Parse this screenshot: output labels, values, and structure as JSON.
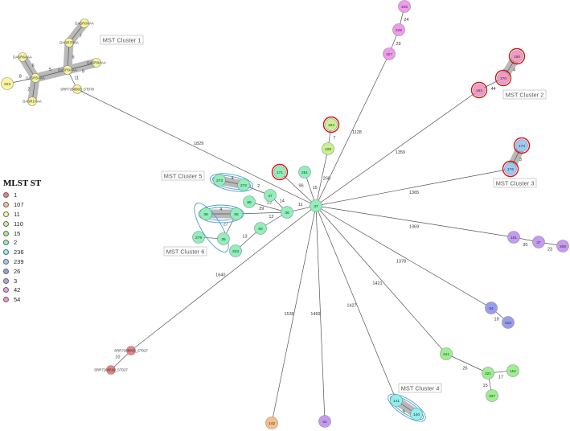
{
  "legend": {
    "title": "MLST ST",
    "items": [
      {
        "label": "1",
        "color": "#f08080"
      },
      {
        "label": "107",
        "color": "#f5c08a"
      },
      {
        "label": "11",
        "color": "#f9f59b"
      },
      {
        "label": "110",
        "color": "#c9f28f"
      },
      {
        "label": "15",
        "color": "#9cf090"
      },
      {
        "label": "2",
        "color": "#8ff0b9"
      },
      {
        "label": "236",
        "color": "#8ff0ec"
      },
      {
        "label": "239",
        "color": "#9ec9f5"
      },
      {
        "label": "26",
        "color": "#9a9cf2"
      },
      {
        "label": "3",
        "color": "#c59af2"
      },
      {
        "label": "42",
        "color": "#f09aee"
      },
      {
        "label": "54",
        "color": "#f29ac5"
      }
    ]
  },
  "clusters": [
    {
      "label": "MST Cluster 1"
    },
    {
      "label": "MST Cluster 2"
    },
    {
      "label": "MST Cluster 3"
    },
    {
      "label": "MST Cluster 4"
    },
    {
      "label": "MST Cluster 5"
    },
    {
      "label": "MST Cluster 6"
    }
  ],
  "nodes": [
    {
      "id": "hub",
      "label": "37",
      "color": "#8ff0b9"
    },
    {
      "id": "n345",
      "label": "345",
      "color": "#f09aee"
    },
    {
      "id": "n229",
      "label": "229",
      "color": "#f09aee"
    },
    {
      "id": "n157",
      "label": "157",
      "color": "#f09aee"
    },
    {
      "id": "n180",
      "label": "180",
      "color": "#f29ac5"
    },
    {
      "id": "n170",
      "label": "170",
      "color": "#f29ac5"
    },
    {
      "id": "n163",
      "label": "163",
      "color": "#f29ac5"
    },
    {
      "id": "n173",
      "label": "173",
      "color": "#9ec9f5"
    },
    {
      "id": "n176",
      "label": "176",
      "color": "#9ec9f5"
    },
    {
      "id": "n164",
      "label": "164",
      "color": "#c9f28f"
    },
    {
      "id": "n108",
      "label": "108",
      "color": "#c9f28f"
    },
    {
      "id": "n171",
      "label": "171",
      "color": "#8ff0b9"
    },
    {
      "id": "n251",
      "label": "251",
      "color": "#8ff0b9"
    },
    {
      "id": "n273",
      "label": "273",
      "color": "#8ff0b9"
    },
    {
      "id": "n272",
      "label": "272",
      "color": "#8ff0b9"
    },
    {
      "id": "n86",
      "label": "86",
      "color": "#8ff0b9"
    },
    {
      "id": "n47",
      "label": "47",
      "color": "#8ff0b9"
    },
    {
      "id": "n38",
      "label": "38",
      "color": "#8ff0b9"
    },
    {
      "id": "n39",
      "label": "39",
      "color": "#8ff0b9"
    },
    {
      "id": "n55",
      "label": "55",
      "color": "#8ff0b9"
    },
    {
      "id": "n60",
      "label": "60",
      "color": "#8ff0b9"
    },
    {
      "id": "n279",
      "label": "279",
      "color": "#8ff0b9"
    },
    {
      "id": "n35",
      "label": "35",
      "color": "#8ff0b9"
    },
    {
      "id": "n333",
      "label": "333",
      "color": "#8ff0b9"
    },
    {
      "id": "n161",
      "label": "161",
      "color": "#c59af2"
    },
    {
      "id": "n37b",
      "label": "37",
      "color": "#c59af2"
    },
    {
      "id": "n308",
      "label": "308",
      "color": "#c59af2"
    },
    {
      "id": "n54",
      "label": "54",
      "color": "#9a9cf2"
    },
    {
      "id": "n316",
      "label": "316",
      "color": "#9a9cf2"
    },
    {
      "id": "n241",
      "label": "241",
      "color": "#9cf090"
    },
    {
      "id": "n321",
      "label": "321",
      "color": "#9cf090"
    },
    {
      "id": "n112",
      "label": "112",
      "color": "#9cf090"
    },
    {
      "id": "n337",
      "label": "337",
      "color": "#9cf090"
    },
    {
      "id": "n141",
      "label": "141",
      "color": "#8ff0ec"
    },
    {
      "id": "n140",
      "label": "140",
      "color": "#8ff0ec"
    },
    {
      "id": "n62",
      "label": "62",
      "color": "#c59af2"
    },
    {
      "id": "n142",
      "label": "142",
      "color": "#f5c08a"
    },
    {
      "id": "r1",
      "label": "SRR7208900_ST027",
      "color": "#f08080"
    },
    {
      "id": "r2",
      "label": "SRR7208899_ST027",
      "color": "#f08080"
    },
    {
      "id": "c1a",
      "label": "DASR0AAA",
      "color": "#f9f59b"
    },
    {
      "id": "c1b",
      "label": "DASR7BAA",
      "color": "#f9f59b"
    },
    {
      "id": "c1c",
      "label": "DASR9AAA",
      "color": "#f9f59b"
    },
    {
      "id": "c1d",
      "label": "DASR8AAA",
      "color": "#f9f59b"
    },
    {
      "id": "c1e",
      "label": "DASR6AAA",
      "color": "#f9f59b"
    },
    {
      "id": "c1f",
      "label": "DASR5AAA",
      "color": "#f9f59b"
    },
    {
      "id": "c1g",
      "label": "DASR1AAA",
      "color": "#f9f59b"
    },
    {
      "id": "c1h",
      "label": "SRR7208903_ST078",
      "color": "#f9f59b"
    },
    {
      "id": "n223",
      "label": "223",
      "color": "#f9f59b"
    }
  ],
  "edges": [
    {
      "from": "hub",
      "to": "n157",
      "label": "1128"
    },
    {
      "from": "n157",
      "to": "n229",
      "label": "29"
    },
    {
      "from": "n229",
      "to": "n345",
      "label": "24"
    },
    {
      "from": "hub",
      "to": "n163",
      "label": "1359"
    },
    {
      "from": "n163",
      "to": "n170",
      "label": "44"
    },
    {
      "from": "n170",
      "to": "n180",
      "label": "4"
    },
    {
      "from": "hub",
      "to": "n176",
      "label": "1365"
    },
    {
      "from": "n176",
      "to": "n173",
      "label": "3"
    },
    {
      "from": "hub",
      "to": "n108",
      "label": "260"
    },
    {
      "from": "n108",
      "to": "n164",
      "label": "7"
    },
    {
      "from": "hub",
      "to": "n171",
      "label": "96"
    },
    {
      "from": "hub",
      "to": "n251",
      "label": "15"
    },
    {
      "from": "hub",
      "to": "n38",
      "label": "11"
    },
    {
      "from": "n38",
      "to": "n47",
      "label": "14"
    },
    {
      "from": "n47",
      "to": "n272",
      "label": "2"
    },
    {
      "from": "n272",
      "to": "n273",
      "label": "4"
    },
    {
      "from": "n38",
      "to": "n86",
      "label": "22"
    },
    {
      "from": "n38",
      "to": "n55",
      "label": "29"
    },
    {
      "from": "n55",
      "to": "n39",
      "label": "4"
    },
    {
      "from": "n55",
      "to": "n35",
      "label": "27"
    },
    {
      "from": "n35",
      "to": "n279",
      "label": ""
    },
    {
      "from": "n38",
      "to": "n60",
      "label": "12"
    },
    {
      "from": "n60",
      "to": "n333",
      "label": "13"
    },
    {
      "from": "hub",
      "to": "n161",
      "label": "1369"
    },
    {
      "from": "n161",
      "to": "n37b",
      "label": "30"
    },
    {
      "from": "n37b",
      "to": "n308",
      "label": "23"
    },
    {
      "from": "hub",
      "to": "n54",
      "label": "1378"
    },
    {
      "from": "n54",
      "to": "n316",
      "label": "19"
    },
    {
      "from": "hub",
      "to": "n241",
      "label": "1421"
    },
    {
      "from": "n241",
      "to": "n321",
      "label": "26"
    },
    {
      "from": "n321",
      "to": "n112",
      "label": "17"
    },
    {
      "from": "n321",
      "to": "n337",
      "label": "15"
    },
    {
      "from": "hub",
      "to": "n141",
      "label": "1427"
    },
    {
      "from": "n141",
      "to": "n140",
      "label": "9"
    },
    {
      "from": "hub",
      "to": "n62",
      "label": "1469"
    },
    {
      "from": "hub",
      "to": "n142",
      "label": "1530"
    },
    {
      "from": "hub",
      "to": "r1",
      "label": "1640"
    },
    {
      "from": "r1",
      "to": "r2",
      "label": "10"
    },
    {
      "from": "hub",
      "to": "c1h",
      "label": "1829"
    },
    {
      "from": "c1h",
      "to": "c1c",
      "label": "11"
    },
    {
      "from": "c1c",
      "to": "c1b",
      "label": "6"
    },
    {
      "from": "c1b",
      "to": "c1a",
      "label": "7"
    },
    {
      "from": "c1c",
      "to": "c1d",
      "label": "9"
    },
    {
      "from": "c1c",
      "to": "c1f",
      "label": "5"
    },
    {
      "from": "c1f",
      "to": "c1e",
      "label": "6"
    },
    {
      "from": "c1f",
      "to": "c1g",
      "label": "2"
    },
    {
      "from": "c1f",
      "to": "n223",
      "label": "8"
    }
  ]
}
